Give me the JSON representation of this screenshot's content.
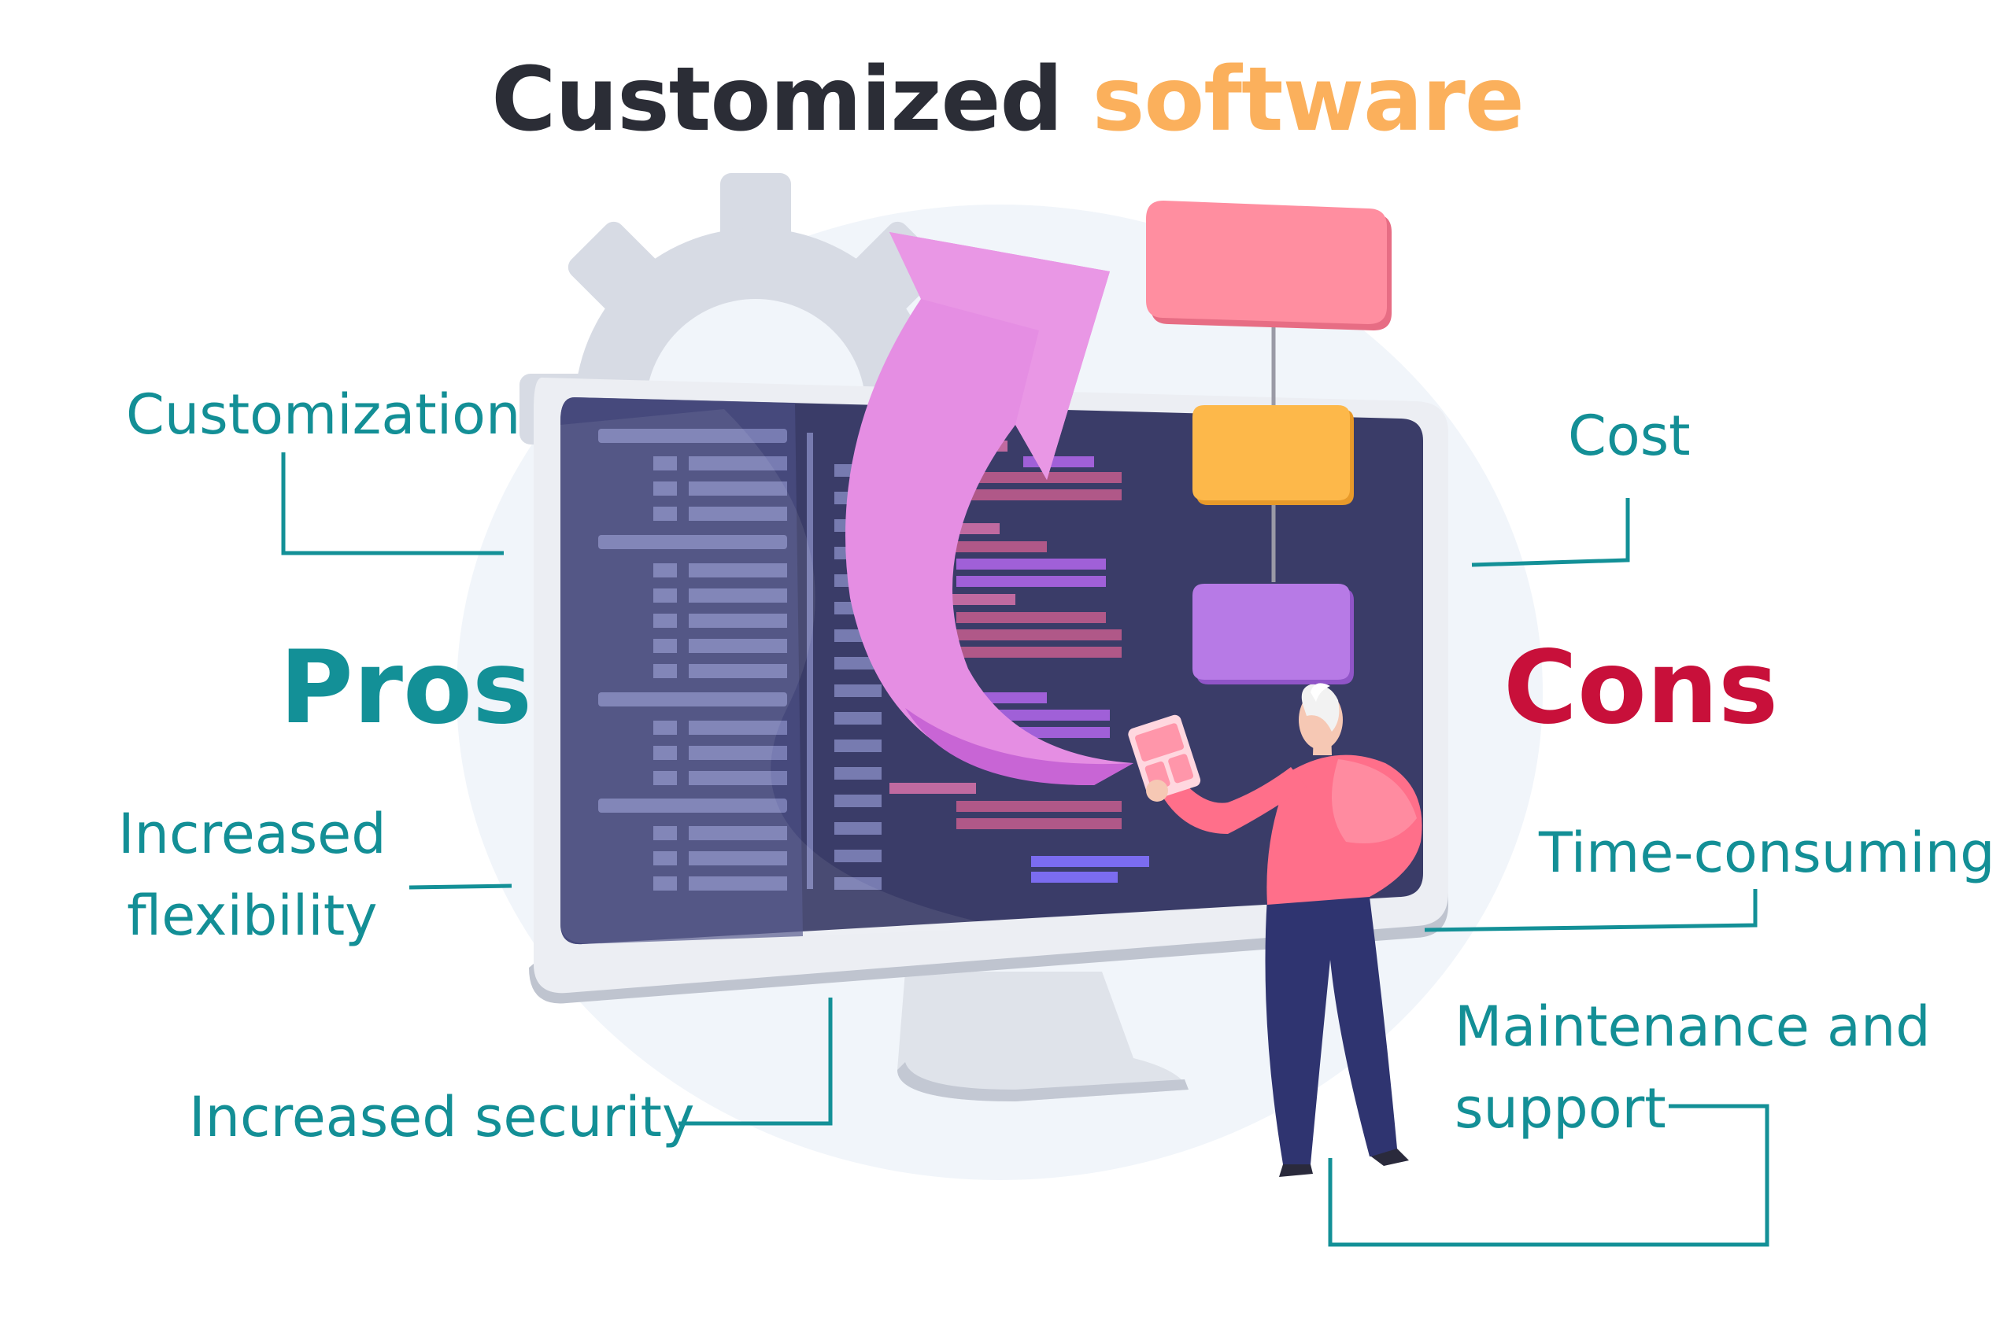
{
  "title": {
    "part1": "Customized",
    "part2": "software"
  },
  "colors": {
    "title_dark": "#2b2d36",
    "title_accent": "#fbb05c",
    "pros": "#139097",
    "cons": "#c8103a",
    "label": "#138f96"
  },
  "pros": {
    "heading": "Pros",
    "items": [
      {
        "line1": "Customization"
      },
      {
        "line1": "Increased",
        "line2": "flexibility"
      },
      {
        "line1": "Increased security"
      }
    ]
  },
  "cons": {
    "heading": "Cons",
    "items": [
      {
        "line1": "Cost"
      },
      {
        "line1": "Time-consuming"
      },
      {
        "line1": "Maintenance and",
        "line2": "support"
      }
    ]
  },
  "illustration": {
    "icons": [
      "gear-icon",
      "monitor-icon",
      "arrow-icon",
      "flowchart-icon",
      "person-icon"
    ]
  }
}
